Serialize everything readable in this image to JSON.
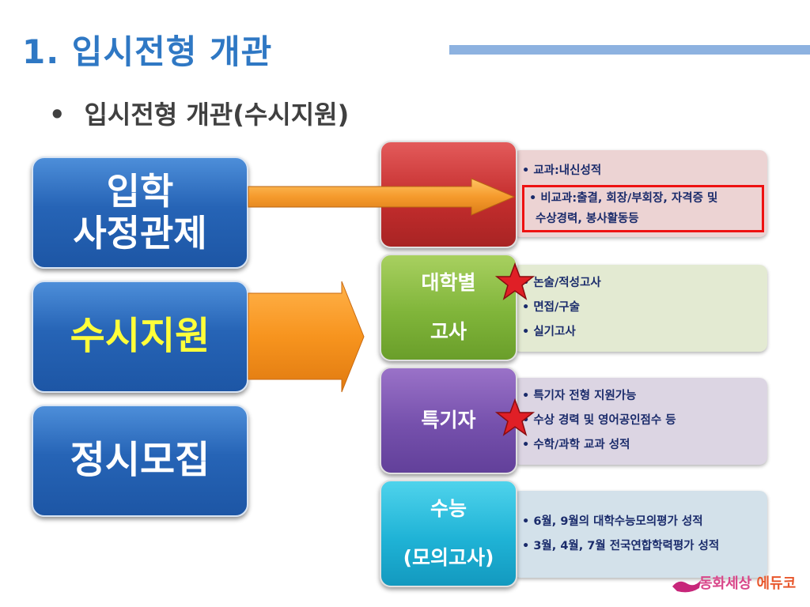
{
  "title": "1. 입시전형 개관",
  "subtitle": "입시전형 개관(수시지원)",
  "left_boxes": {
    "admission_line1": "입학",
    "admission_line2": "사정관제",
    "susi": "수시지원",
    "jeongsi": "정시모집"
  },
  "categories": {
    "univ_line1": "대학별",
    "univ_line2": "고사",
    "special": "특기자",
    "csat_line1": "수능",
    "csat_line2": "(모의고사)"
  },
  "details": {
    "school": {
      "item1": "교과:내신성적",
      "item2_line1": "• 비교과:출결, 회장/부회장, 자격증 및",
      "item2_line2": "수상경력, 봉사활동등"
    },
    "univ": [
      "논술/적성고사",
      "면접/구술",
      "실기고사"
    ],
    "special": [
      "특기자 전형 지원가능",
      "수상 경력 및 영어공인점수 등",
      "수학/과학 교과 성적"
    ],
    "csat": [
      "6월, 9월의 대학수능모의평가 성적",
      "3월, 4월, 7월 전국연합학력평가 성적"
    ]
  },
  "logo": {
    "name": "동화세상",
    "edu": "에듀코"
  },
  "colors": {
    "title": "#2f78c4",
    "highlight": "#ee1111",
    "susi_text": "#ffff3a"
  }
}
